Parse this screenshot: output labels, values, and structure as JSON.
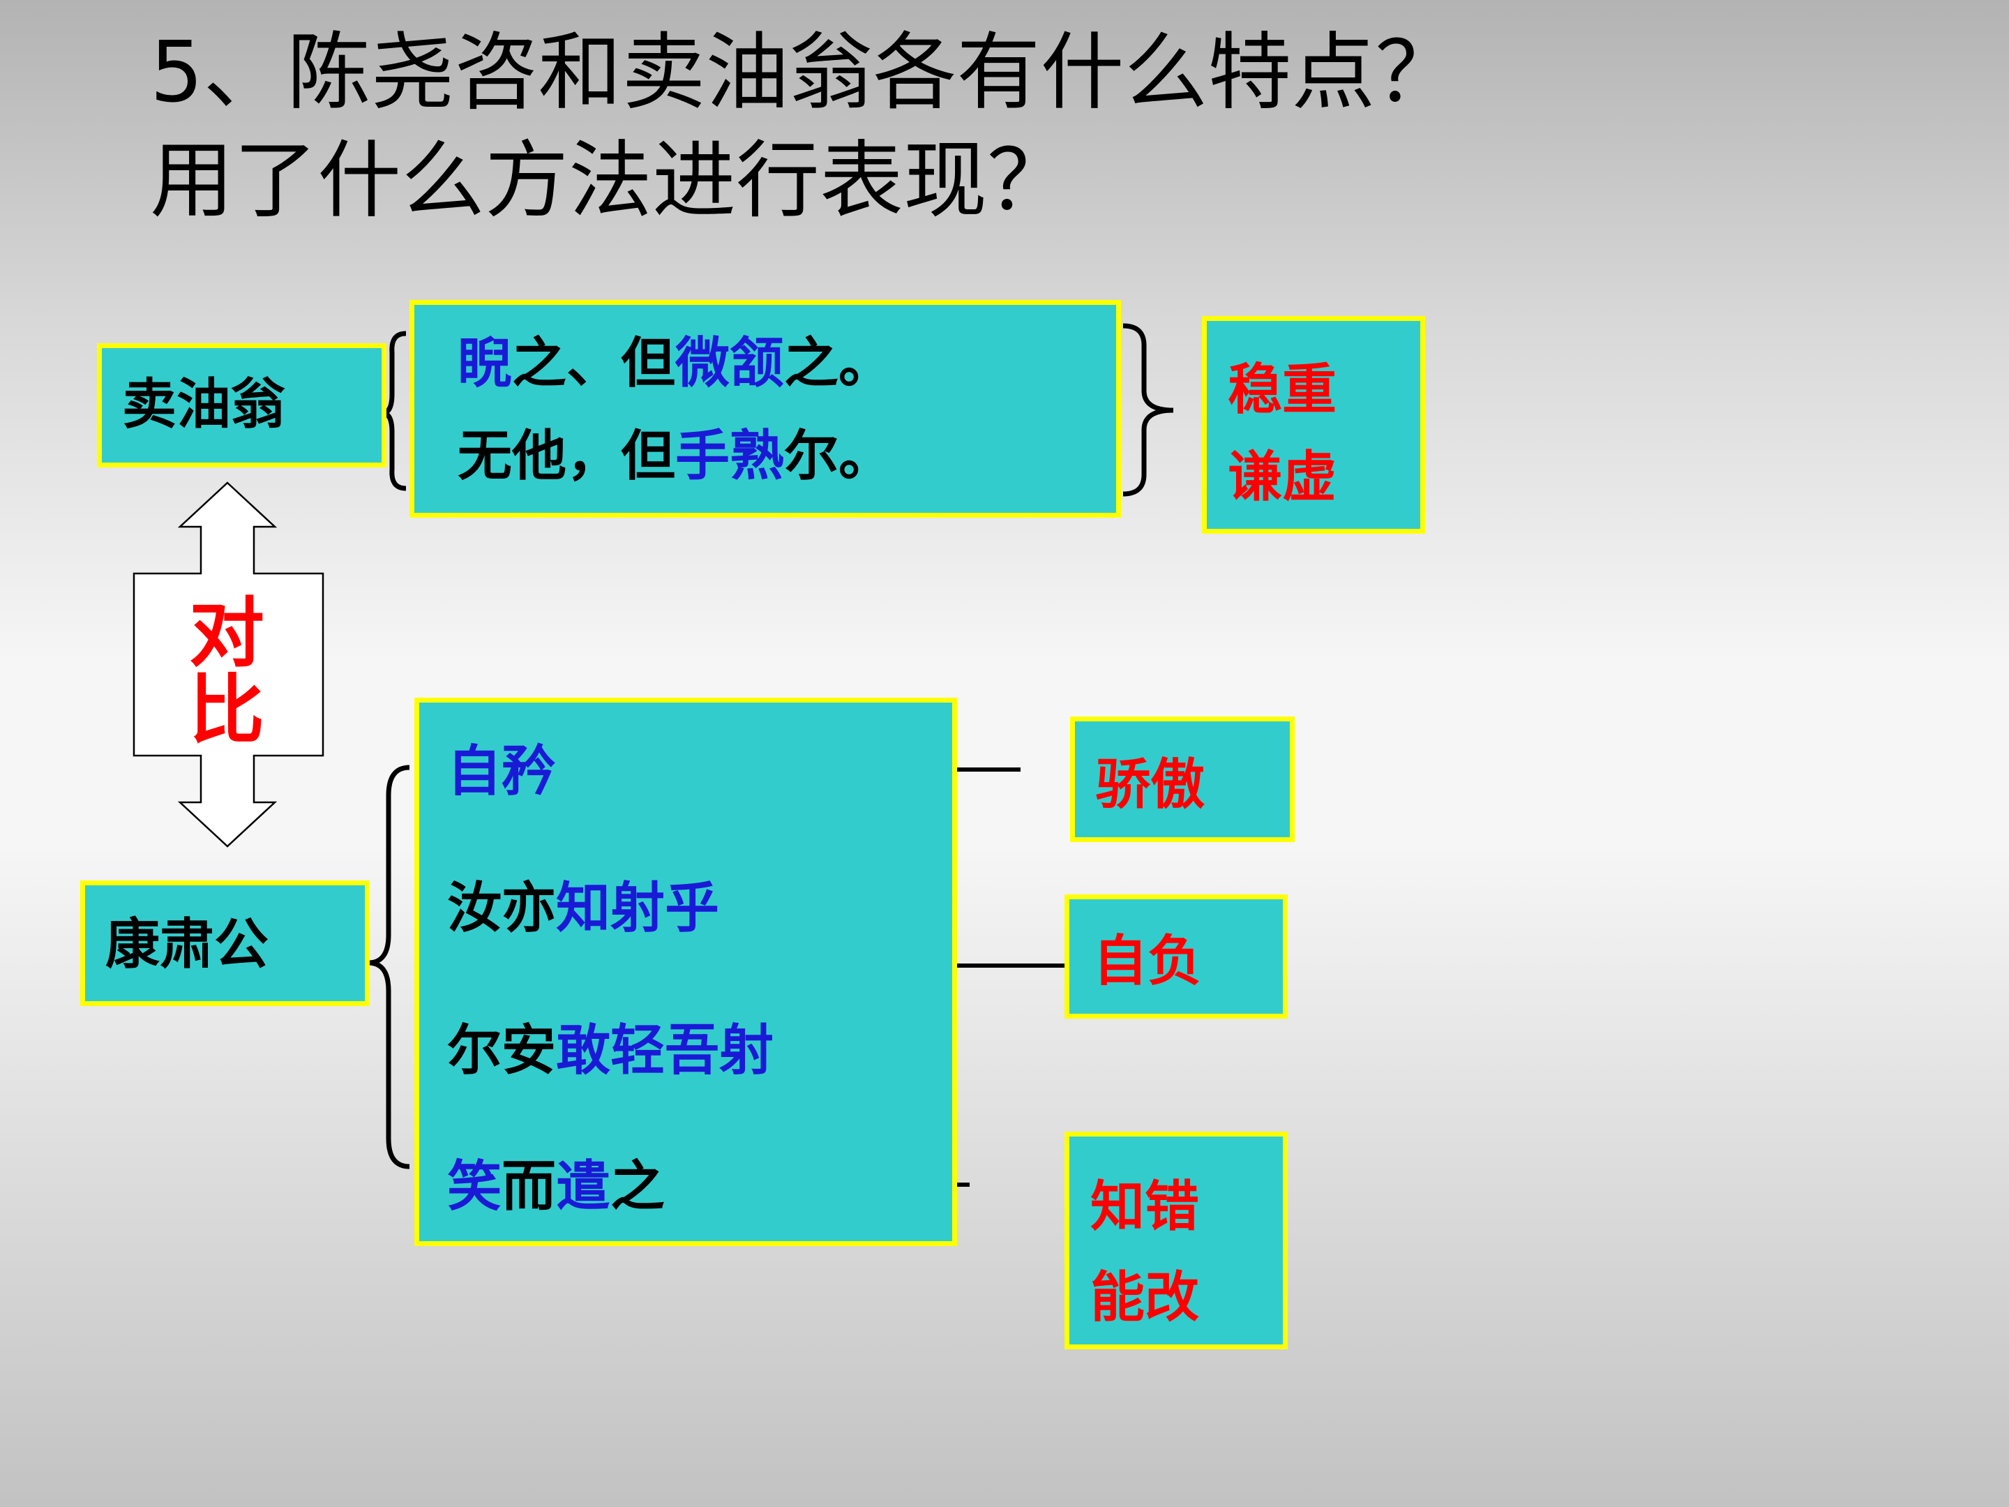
{
  "title": {
    "line1": "5、陈尧咨和卖油翁各有什么特点？",
    "line2": "用了什么方法进行表现？"
  },
  "oil_seller": {
    "label": "卖油翁",
    "quote1": [
      {
        "text": "睨",
        "color": "blue"
      },
      {
        "text": "之、但",
        "color": "black"
      },
      {
        "text": "微颔",
        "color": "blue"
      },
      {
        "text": "之。",
        "color": "black"
      }
    ],
    "quote2": [
      {
        "text": "无他，但",
        "color": "black"
      },
      {
        "text": "手熟",
        "color": "blue"
      },
      {
        "text": "尔。",
        "color": "black"
      }
    ],
    "traits": [
      "稳重",
      "谦虚"
    ]
  },
  "contrast": {
    "line1": "对",
    "line2": "比"
  },
  "kangsu": {
    "label": "康肃公",
    "quotes": [
      [
        {
          "text": "自矜",
          "color": "blue"
        }
      ],
      [
        {
          "text": "汝亦",
          "color": "black"
        },
        {
          "text": "知射乎",
          "color": "blue"
        }
      ],
      [
        {
          "text": "尔安",
          "color": "black"
        },
        {
          "text": "敢轻吾射",
          "color": "blue"
        }
      ],
      [
        {
          "text": "笑",
          "color": "blue"
        },
        {
          "text": "而",
          "color": "black"
        },
        {
          "text": "遣",
          "color": "blue"
        },
        {
          "text": "之",
          "color": "black"
        }
      ]
    ],
    "trait_arrogant": "骄傲",
    "trait_conceited": "自负",
    "trait_correct": [
      "知错",
      "能改"
    ]
  },
  "colors": {
    "box_fill": "#33cccc",
    "box_border": "#ffff00",
    "black": "#000000",
    "blue": "#1a1ad6",
    "red": "#ff0000"
  }
}
